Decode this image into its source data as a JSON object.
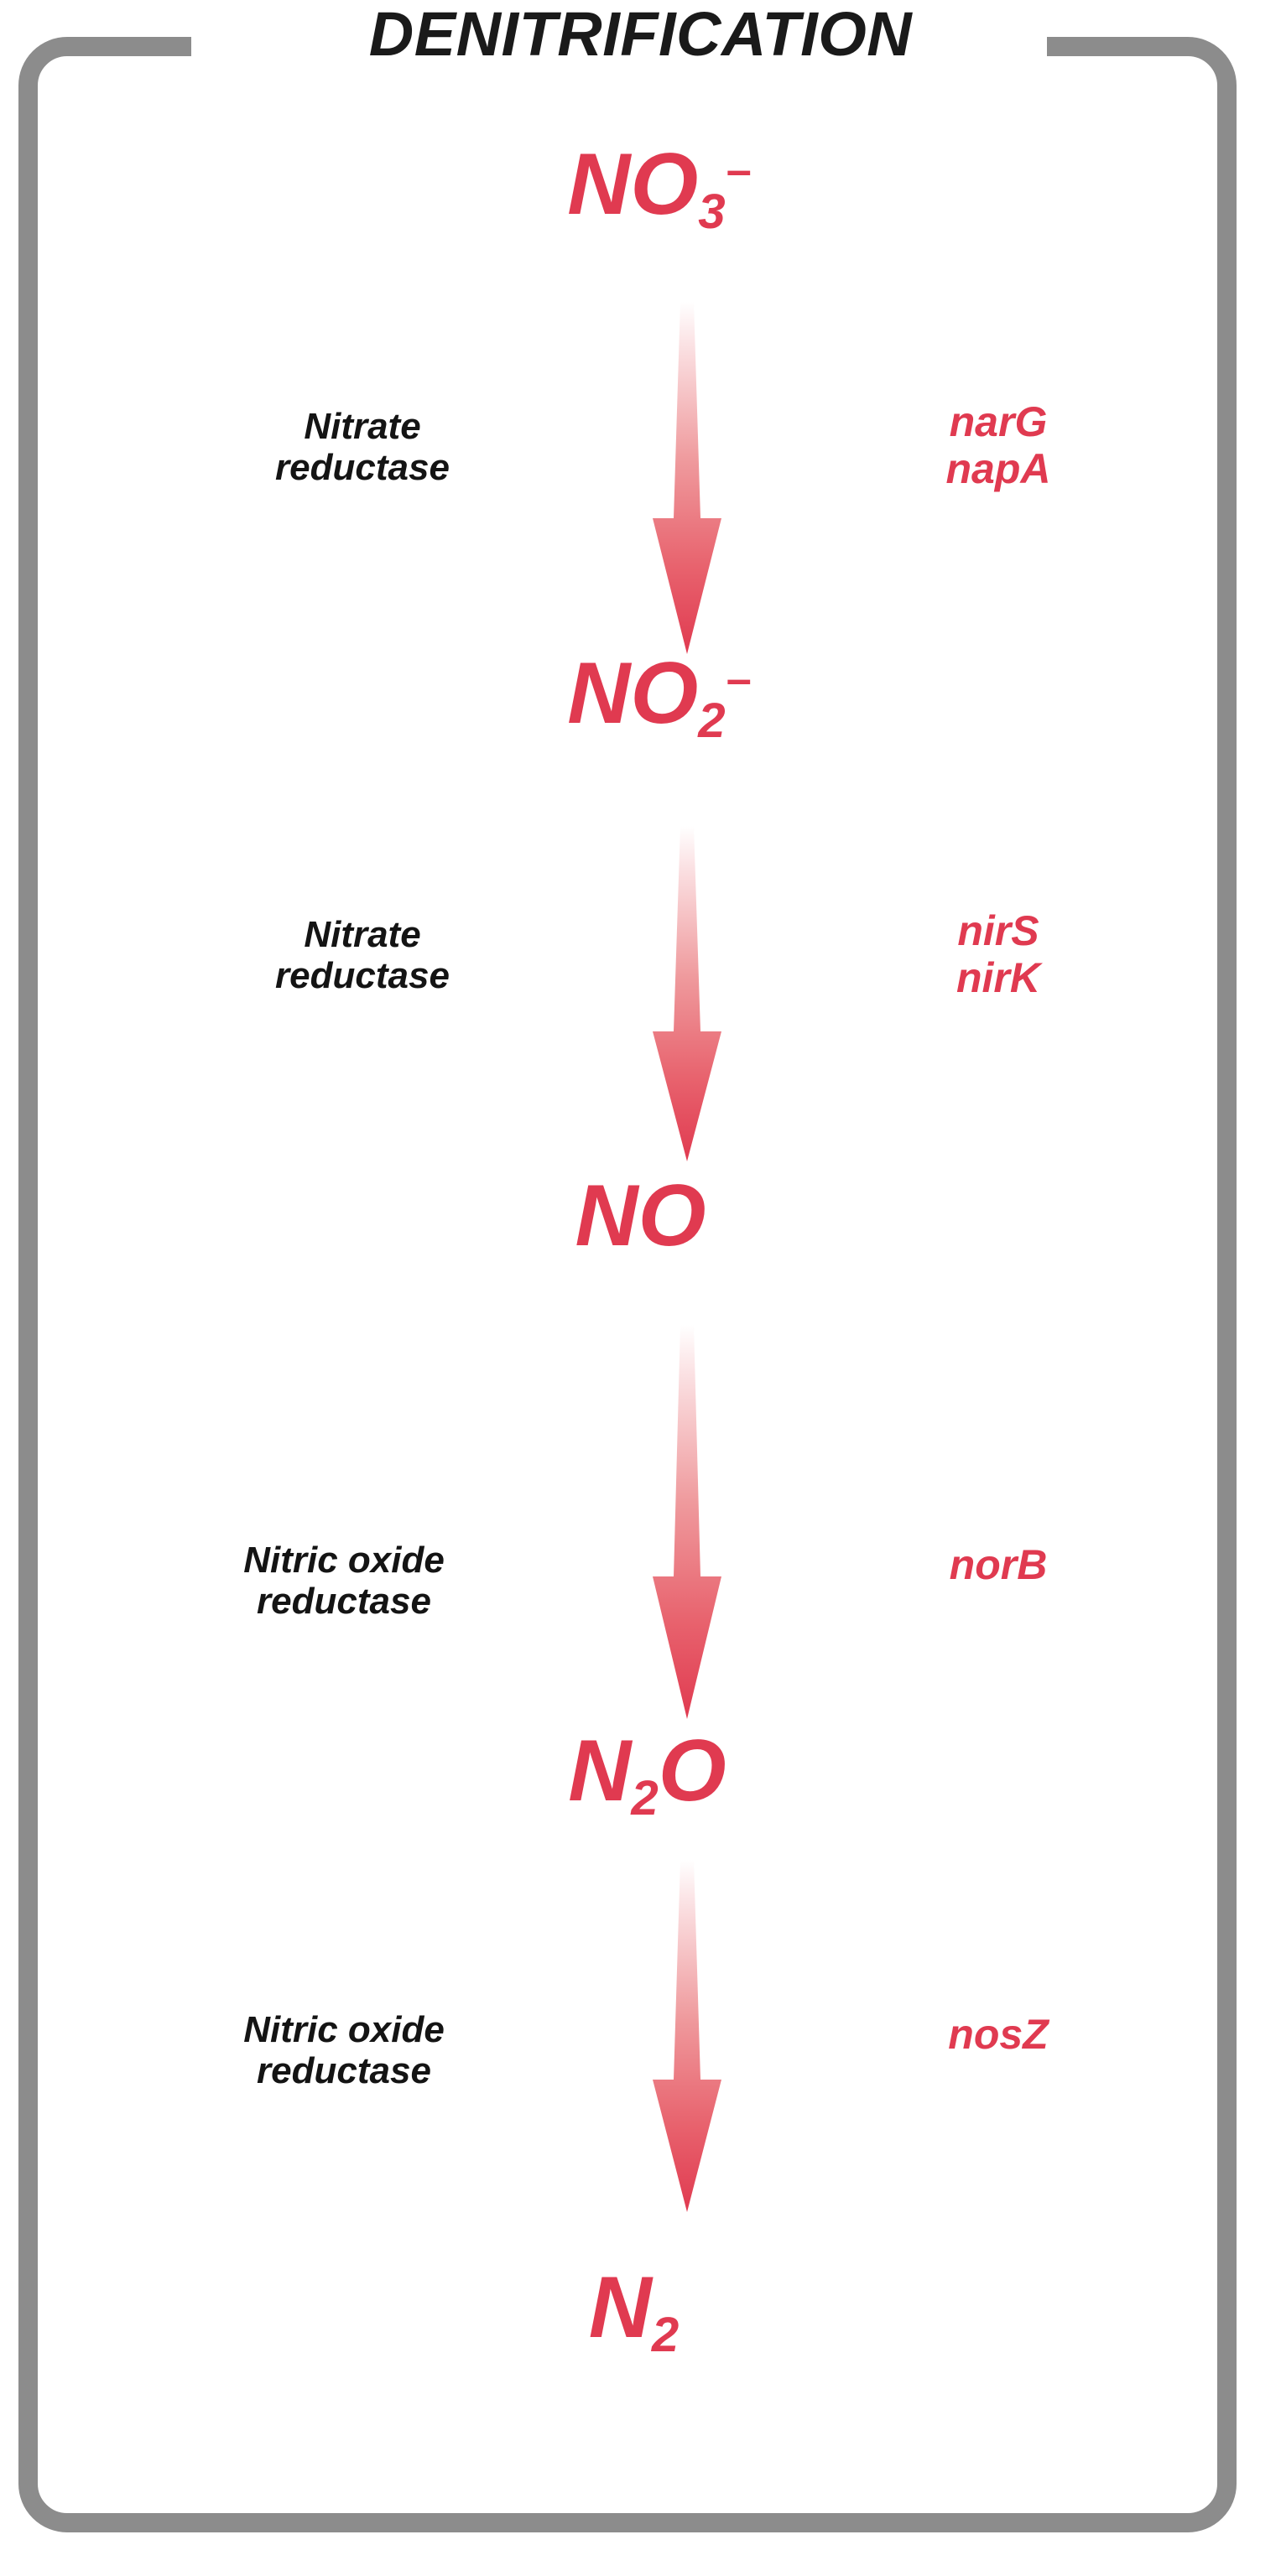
{
  "title": "DENITRIFICATION",
  "colors": {
    "frame": "#8c8c8c",
    "accent_red": "#e03a50",
    "text_black": "#141414",
    "background": "#ffffff"
  },
  "diagram": {
    "type": "pathway-flow",
    "orientation": "vertical",
    "species": [
      {
        "id": "nitrate",
        "formula": "NO3-",
        "base": "NO",
        "subscript": "3",
        "superscript": "–"
      },
      {
        "id": "nitrite",
        "formula": "NO2-",
        "base": "NO",
        "subscript": "2",
        "superscript": "–"
      },
      {
        "id": "nitric-oxide",
        "formula": "NO",
        "base": "NO",
        "subscript": "",
        "superscript": ""
      },
      {
        "id": "nitrous-oxide",
        "formula": "N2O",
        "base": "N",
        "subscript": "2",
        "superscript": "",
        "tail": "O"
      },
      {
        "id": "dinitrogen",
        "formula": "N2",
        "base": "N",
        "subscript": "2",
        "superscript": ""
      }
    ],
    "steps": [
      {
        "id": "step-1",
        "enzyme": "Nitrate\nreductase",
        "genes": "narG\nnapA",
        "from": "NO3-",
        "to": "NO2-"
      },
      {
        "id": "step-2",
        "enzyme": "Nitrate\nreductase",
        "genes": "nirS\nnirK",
        "from": "NO2-",
        "to": "NO"
      },
      {
        "id": "step-3",
        "enzyme": "Nitric oxide\nreductase",
        "genes": "norB",
        "from": "NO",
        "to": "N2O"
      },
      {
        "id": "step-4",
        "enzyme": "Nitric oxide\nreductase",
        "genes": "nosZ",
        "from": "N2O",
        "to": "N2"
      }
    ]
  }
}
